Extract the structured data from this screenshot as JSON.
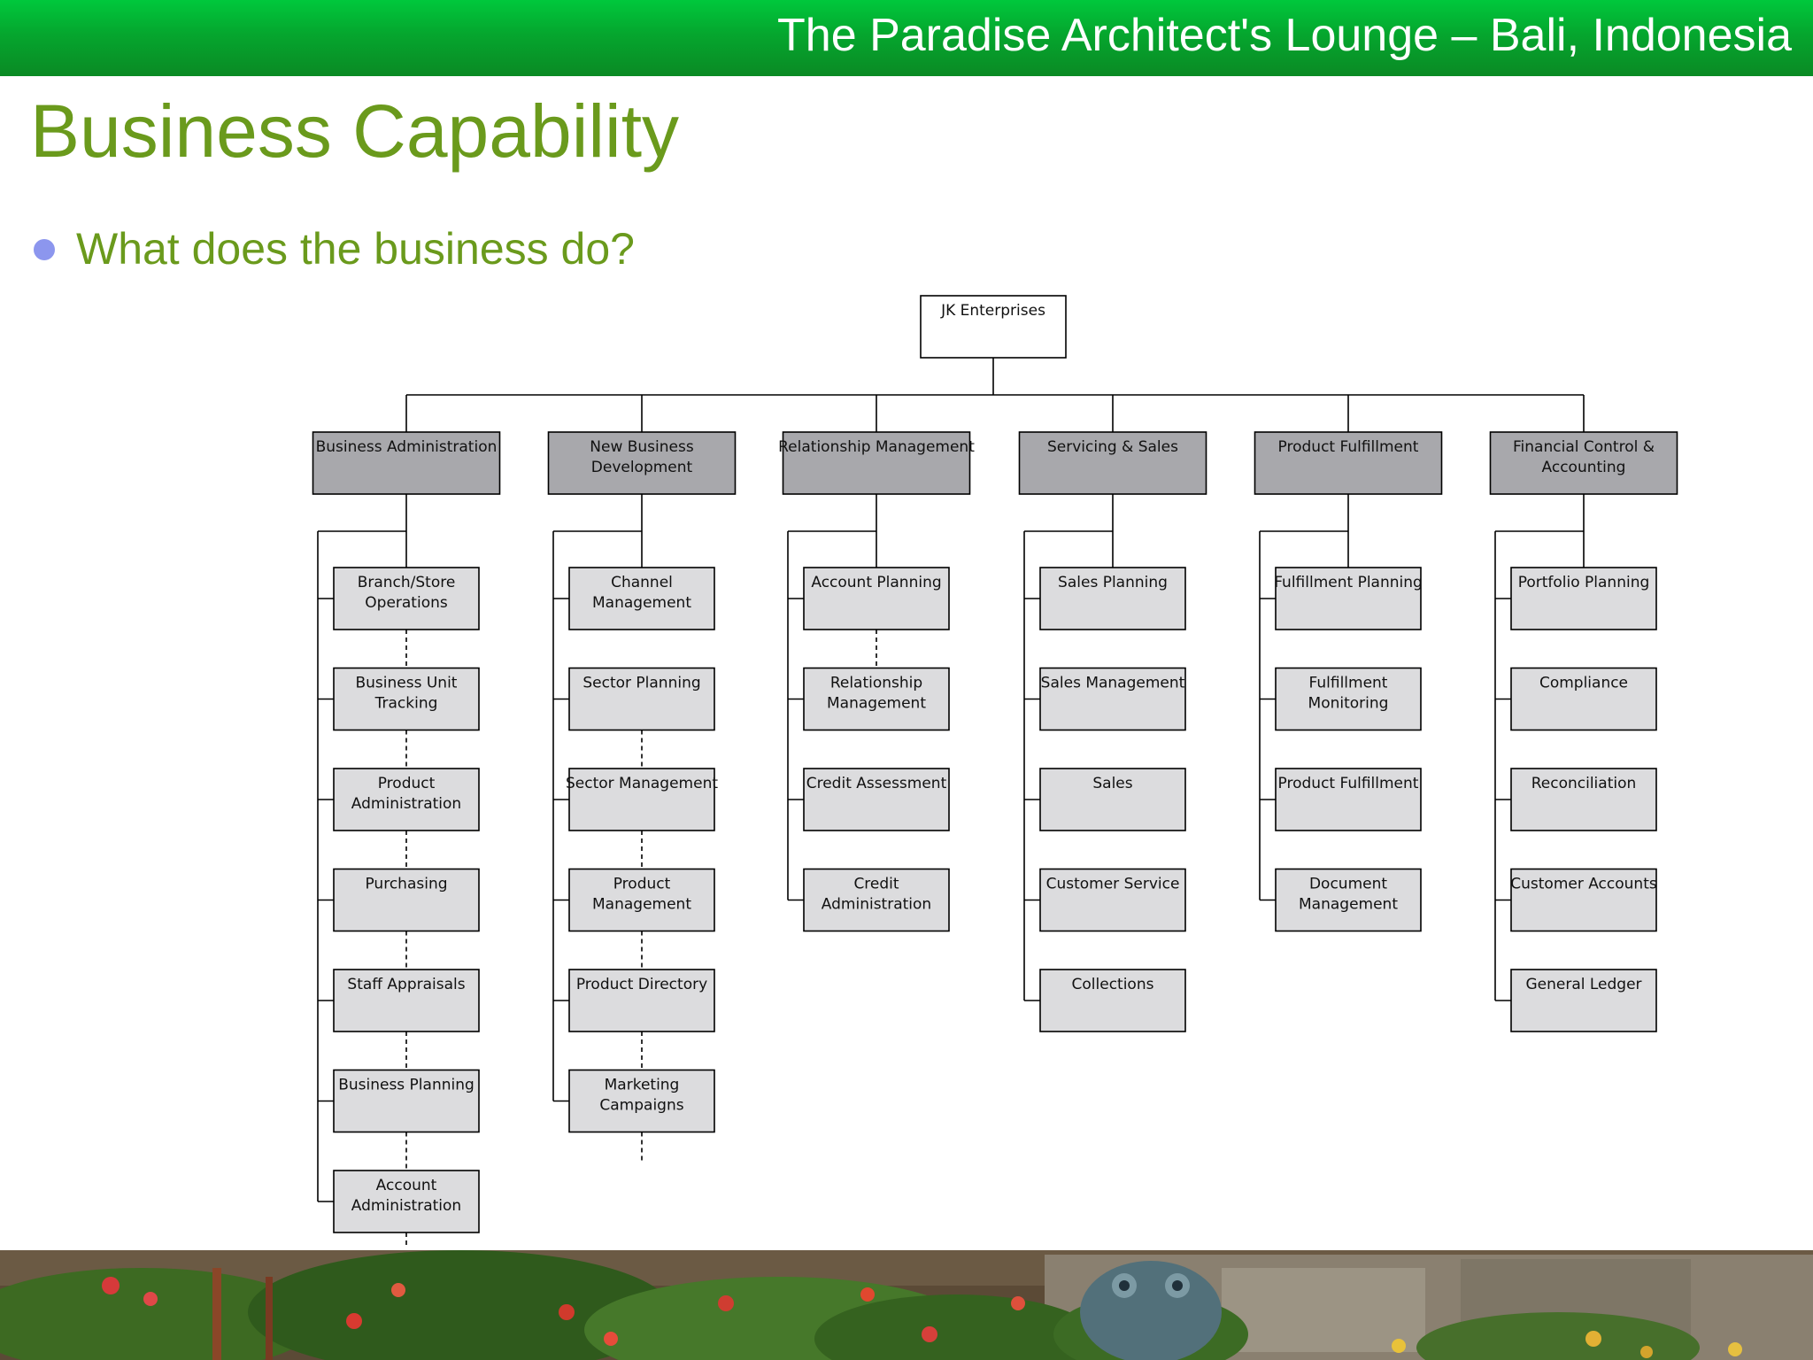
{
  "header": {
    "title": "The Paradise Architect's Lounge – Bali, Indonesia"
  },
  "slide": {
    "title": "Business Capability",
    "bullet": "What does the business do?"
  },
  "diagram": {
    "root": "JK Enterprises",
    "columns": [
      {
        "label": [
          "Business Administration"
        ],
        "items": [
          [
            "Branch/Store",
            "Operations"
          ],
          [
            "Business Unit",
            "Tracking"
          ],
          [
            "Product",
            "Administration"
          ],
          [
            "Purchasing"
          ],
          [
            "Staff Appraisals"
          ],
          [
            "Business Planning"
          ],
          [
            "Account",
            "Administration"
          ]
        ]
      },
      {
        "label": [
          "New Business",
          "Development"
        ],
        "items": [
          [
            "Channel",
            "Management"
          ],
          [
            "Sector Planning"
          ],
          [
            "Sector Management"
          ],
          [
            "Product",
            "Management"
          ],
          [
            "Product Directory"
          ],
          [
            "Marketing",
            "Campaigns"
          ]
        ]
      },
      {
        "label": [
          "Relationship Management"
        ],
        "items": [
          [
            "Account Planning"
          ],
          [
            "Relationship",
            "Management"
          ],
          [
            "Credit Assessment"
          ],
          [
            "Credit",
            "Administration"
          ]
        ]
      },
      {
        "label": [
          "Servicing & Sales"
        ],
        "items": [
          [
            "Sales Planning"
          ],
          [
            "Sales Management"
          ],
          [
            "Sales"
          ],
          [
            "Customer Service"
          ],
          [
            "Collections"
          ]
        ]
      },
      {
        "label": [
          "Product Fulfillment"
        ],
        "items": [
          [
            "Fulfillment Planning"
          ],
          [
            "Fulfillment",
            "Monitoring"
          ],
          [
            "Product Fulfillment"
          ],
          [
            "Document",
            "Management"
          ]
        ]
      },
      {
        "label": [
          "Financial Control &",
          "Accounting"
        ],
        "items": [
          [
            "Portfolio Planning"
          ],
          [
            "Compliance"
          ],
          [
            "Reconciliation"
          ],
          [
            "Customer Accounts"
          ],
          [
            "General Ledger"
          ]
        ]
      }
    ]
  },
  "colors": {
    "header_bg": "#0aa52c",
    "title_green": "#6a9a1c",
    "bullet_dot": "#8c96ee",
    "category_box": "#a8a8ac",
    "item_box": "#dcdcde"
  }
}
